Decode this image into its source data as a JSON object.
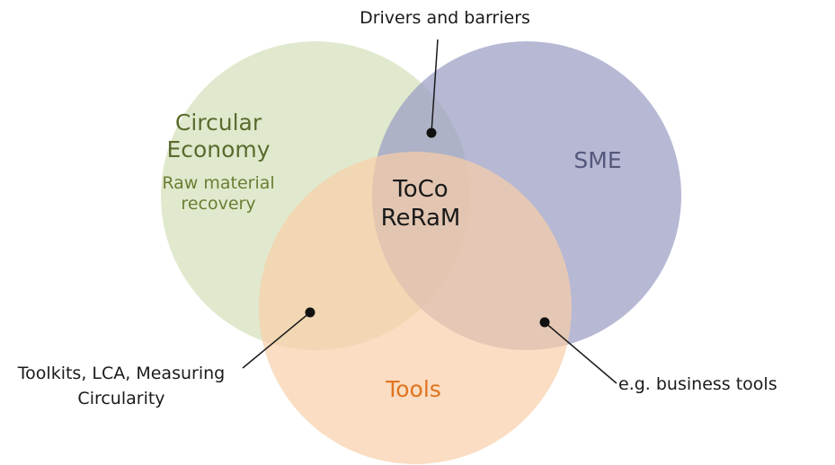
{
  "circles": {
    "circular_economy": {
      "title": "Circular\nEconomy",
      "subtitle": "Raw material\nrecovery",
      "color": "#d9e5c4"
    },
    "sme": {
      "title": "SME",
      "color": "#a7a9cb"
    },
    "tools": {
      "title": "Tools",
      "color": "#f8d3b2"
    }
  },
  "center": {
    "label": "ToCo\nReRaM"
  },
  "annotations": {
    "drivers": "Drivers and barriers",
    "toolkits": "Toolkits, LCA, Measuring\nCircularity",
    "business": "e.g. business tools"
  },
  "colors": {
    "circular_economy_text": "#5a6b2e",
    "sme_text": "#55577a",
    "tools_text": "#e07420",
    "connector": "#1a1a1a"
  }
}
